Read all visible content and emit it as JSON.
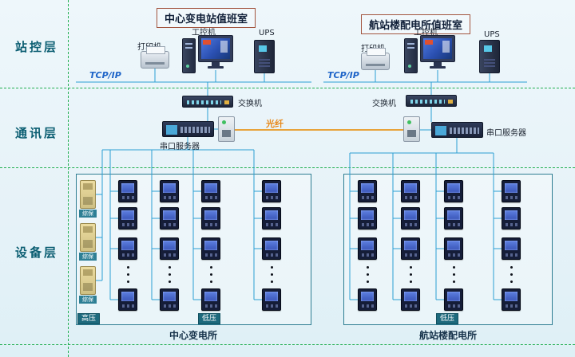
{
  "layers": [
    {
      "label": "站控层"
    },
    {
      "label": "通讯层"
    },
    {
      "label": "设备层"
    }
  ],
  "left_station": {
    "title": "中心变电站值班室",
    "printer_label": "打印机",
    "pc_label": "工控机",
    "ups_label": "UPS",
    "tcpip_label": "TCP/IP",
    "switch_label": "交换机",
    "serial_label": "串口服务器"
  },
  "right_station": {
    "title": "航站楼配电所值班室",
    "printer_label": "打印机",
    "pc_label": "工控机",
    "ups_label": "UPS",
    "tcpip_label": "TCP/IP",
    "switch_label": "交换机",
    "serial_label": "串口服务器"
  },
  "fiber_label": "光纤",
  "left_box": {
    "hv_label": "高压",
    "lv_label": "低压",
    "caption": "中心变电所",
    "protection_label": "综保",
    "protection_count": 3,
    "meter_columns": 4,
    "visible_meters_per_column": 4
  },
  "right_box": {
    "lv_label": "低压",
    "caption": "航站楼配电所",
    "meter_columns": 4,
    "visible_meters_per_column": 4
  },
  "colors": {
    "line_blue": "#2b9fd4",
    "separator_green": "#1fae4e",
    "fiber_orange": "#e8a33a",
    "layer_label_teal": "#0b5e72"
  }
}
